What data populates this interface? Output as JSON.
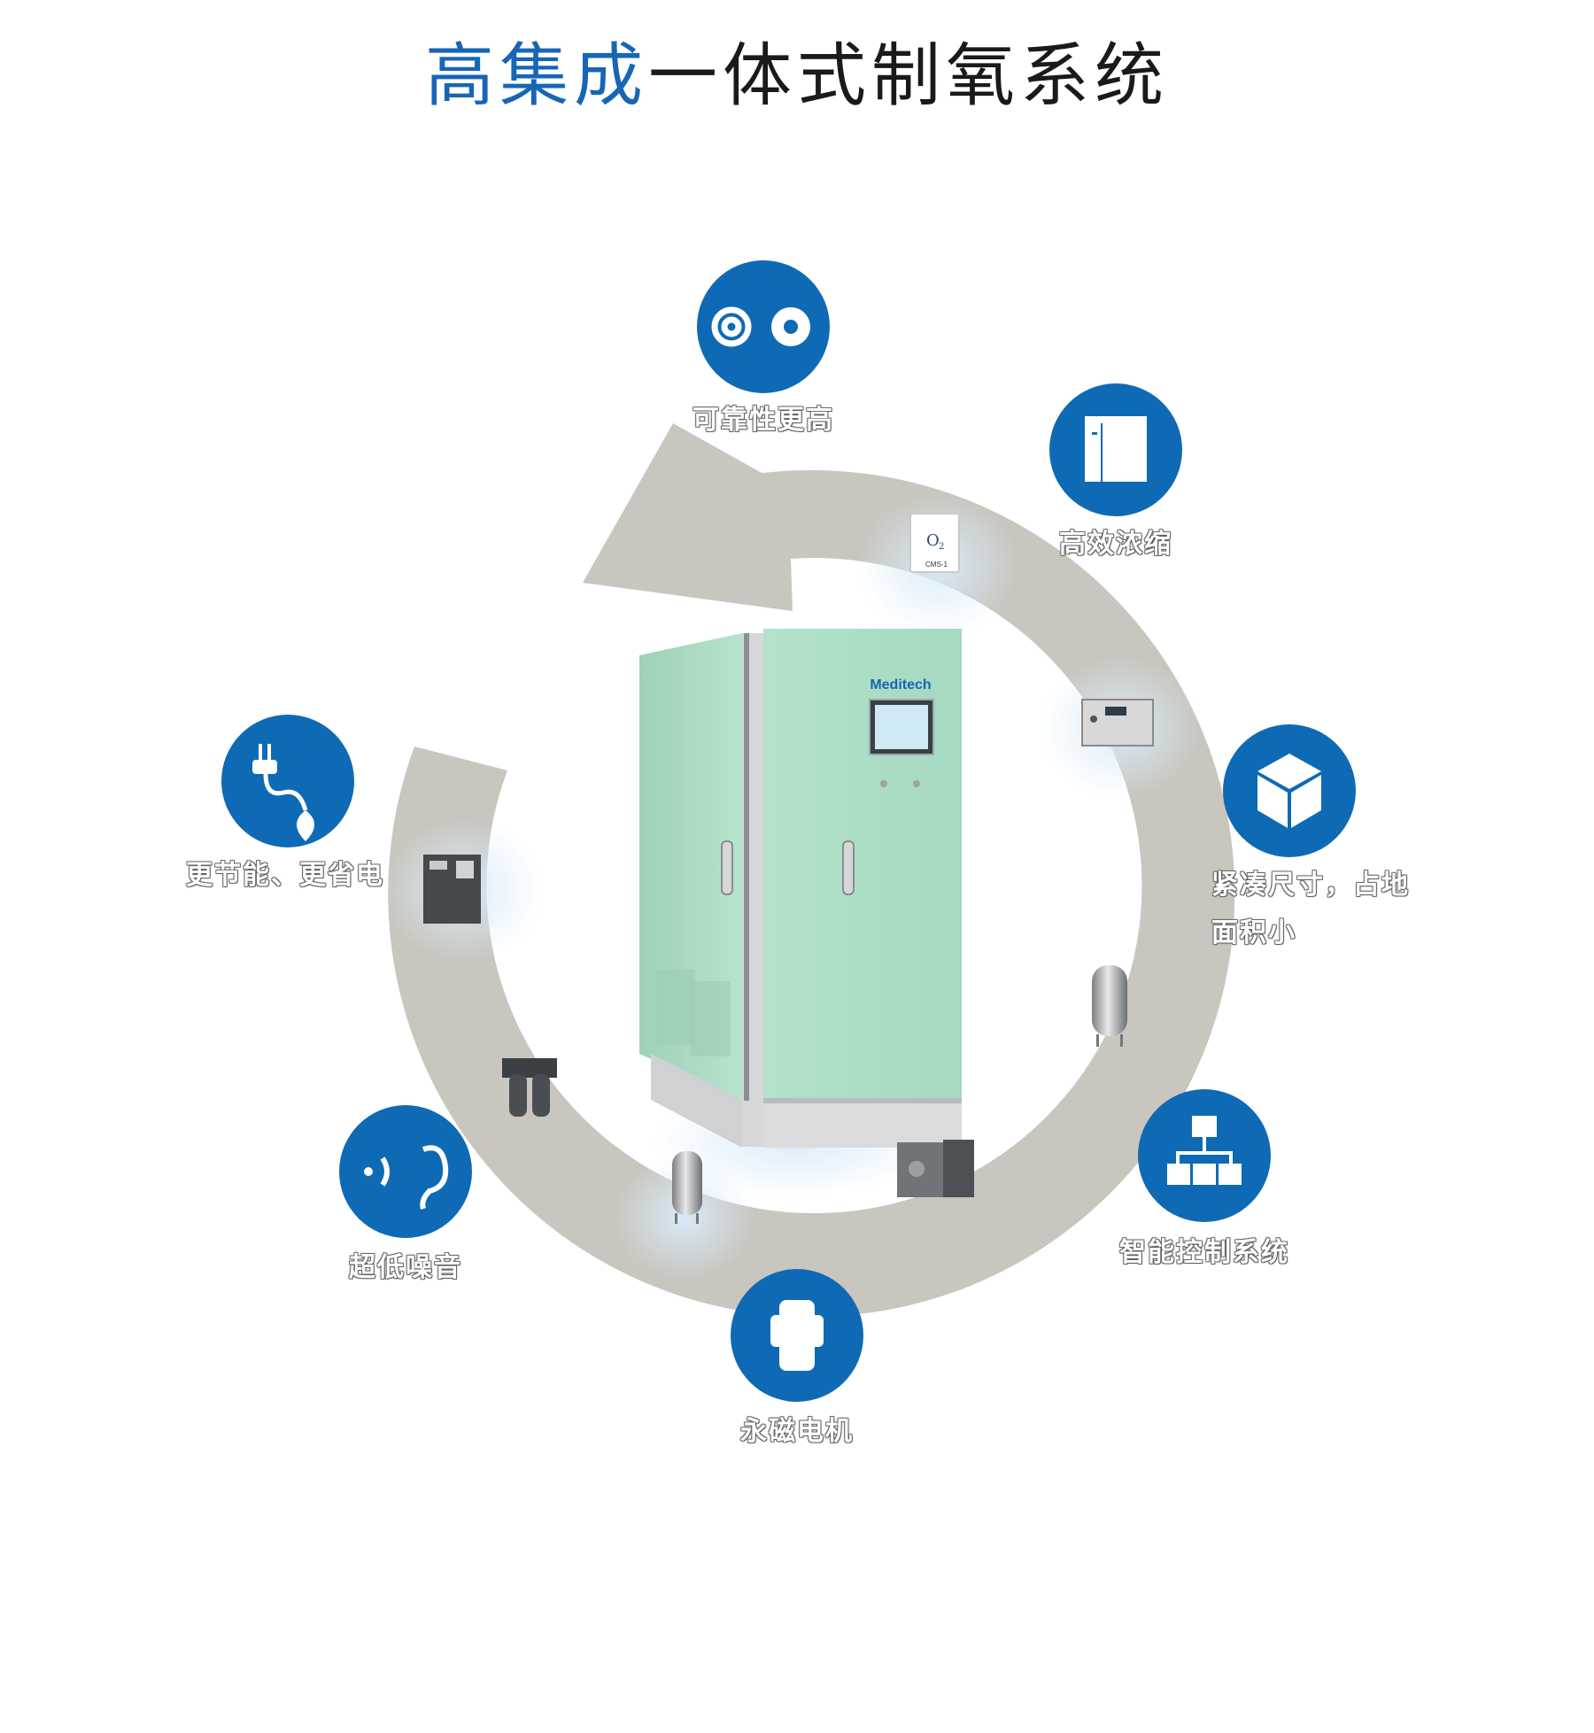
{
  "title": {
    "accent": "高集成",
    "rest": "一体式制氧系统"
  },
  "brand": "Meditech",
  "features": [
    {
      "icon": "gears-icon",
      "label": "可靠性更高"
    },
    {
      "icon": "cabinet-icon",
      "label": "高效浓缩"
    },
    {
      "icon": "cube-icon",
      "label_line1": "紧凑尺寸，占地",
      "label_line2": "面积小"
    },
    {
      "icon": "network-icon",
      "label": "智能控制系统"
    },
    {
      "icon": "motor-icon",
      "label": "永磁电机"
    },
    {
      "icon": "ear-sound-icon",
      "label": "超低噪音"
    },
    {
      "icon": "plug-leaf-icon",
      "label": "更节能、更省电"
    }
  ],
  "sensor": {
    "symbol": "O",
    "subscript": "2",
    "model": "CMS-1"
  },
  "colors": {
    "accent": "#1766b4",
    "icon_circle": "#0f6ab5",
    "arrow": "#c9c6bf",
    "cabinet": "#a8dcc3"
  }
}
